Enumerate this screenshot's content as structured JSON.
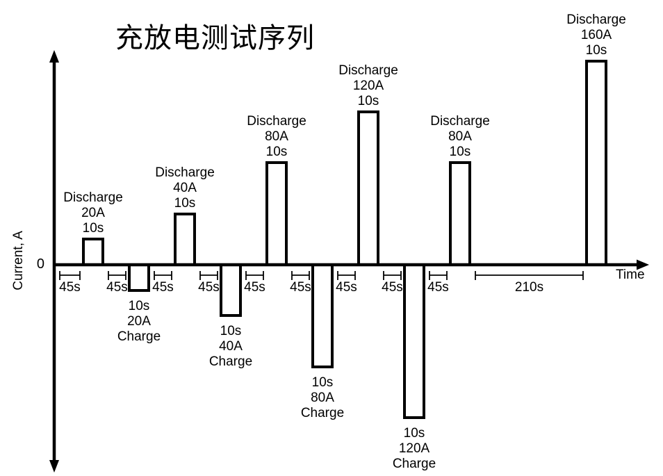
{
  "title": "充放电测试序列",
  "axes": {
    "ylabel": "Current, A",
    "xlabel": "Time",
    "zero_label": "0"
  },
  "colors": {
    "line": "#000000",
    "background": "#ffffff"
  },
  "chart_data": {
    "type": "line",
    "subtype": "pulse-sequence",
    "title": "充放电测试序列",
    "xlabel": "Time",
    "ylabel": "Current, A",
    "y_axis_numeric_labels": [
      "0"
    ],
    "ylim_amps": [
      -120,
      160
    ],
    "grid": false,
    "legend": "none",
    "sequence": [
      {
        "kind": "rest",
        "duration_s": 45,
        "label": "45s"
      },
      {
        "kind": "pulse",
        "mode": "Discharge",
        "current_a": 20,
        "duration_s": 10,
        "label_lines": [
          "Discharge",
          "20A",
          "10s"
        ]
      },
      {
        "kind": "rest",
        "duration_s": 45,
        "label": "45s"
      },
      {
        "kind": "pulse",
        "mode": "Charge",
        "current_a": 20,
        "duration_s": 10,
        "label_lines": [
          "10s",
          "20A",
          "Charge"
        ]
      },
      {
        "kind": "rest",
        "duration_s": 45,
        "label": "45s"
      },
      {
        "kind": "pulse",
        "mode": "Discharge",
        "current_a": 40,
        "duration_s": 10,
        "label_lines": [
          "Discharge",
          "40A",
          "10s"
        ]
      },
      {
        "kind": "rest",
        "duration_s": 45,
        "label": "45s"
      },
      {
        "kind": "pulse",
        "mode": "Charge",
        "current_a": 40,
        "duration_s": 10,
        "label_lines": [
          "10s",
          "40A",
          "Charge"
        ]
      },
      {
        "kind": "rest",
        "duration_s": 45,
        "label": "45s"
      },
      {
        "kind": "pulse",
        "mode": "Discharge",
        "current_a": 80,
        "duration_s": 10,
        "label_lines": [
          "Discharge",
          "80A",
          "10s"
        ]
      },
      {
        "kind": "rest",
        "duration_s": 45,
        "label": "45s"
      },
      {
        "kind": "pulse",
        "mode": "Charge",
        "current_a": 80,
        "duration_s": 10,
        "label_lines": [
          "10s",
          "80A",
          "Charge"
        ]
      },
      {
        "kind": "rest",
        "duration_s": 45,
        "label": "45s"
      },
      {
        "kind": "pulse",
        "mode": "Discharge",
        "current_a": 120,
        "duration_s": 10,
        "label_lines": [
          "Discharge",
          "120A",
          "10s"
        ]
      },
      {
        "kind": "rest",
        "duration_s": 45,
        "label": "45s"
      },
      {
        "kind": "pulse",
        "mode": "Charge",
        "current_a": 120,
        "duration_s": 10,
        "label_lines": [
          "10s",
          "120A",
          "Charge"
        ]
      },
      {
        "kind": "rest",
        "duration_s": 45,
        "label": "45s"
      },
      {
        "kind": "pulse",
        "mode": "Discharge",
        "current_a": 80,
        "duration_s": 10,
        "label_lines": [
          "Discharge",
          "80A",
          "10s"
        ]
      },
      {
        "kind": "rest",
        "duration_s": 210,
        "label": "210s"
      },
      {
        "kind": "pulse",
        "mode": "Discharge",
        "current_a": 160,
        "duration_s": 10,
        "label_lines": [
          "Discharge",
          "160A",
          "10s"
        ]
      }
    ]
  }
}
